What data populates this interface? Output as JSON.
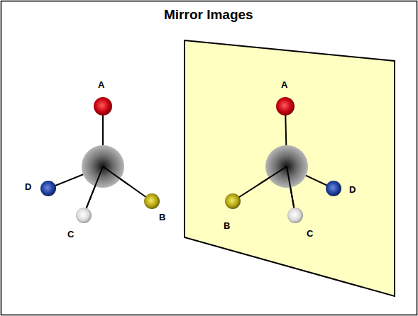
{
  "diagram": {
    "title": "Mirror Images",
    "labels": [
      "A",
      "D",
      "C",
      "B",
      "A",
      "B",
      "C",
      "D"
    ]
  }
}
